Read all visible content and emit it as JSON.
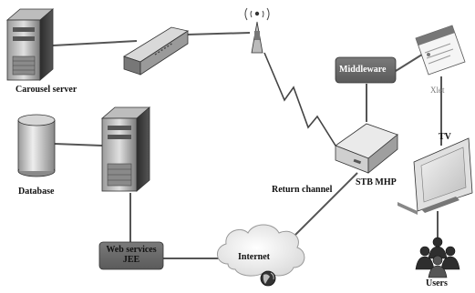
{
  "diagram": {
    "nodes": {
      "carousel_server": {
        "label": "Carousel server"
      },
      "database": {
        "label": "Database"
      },
      "middleware": {
        "label": "Middleware"
      },
      "xlet": {
        "label": "Xlet"
      },
      "tv": {
        "label": "TV"
      },
      "stb": {
        "label": "STB MHP"
      },
      "return_channel": {
        "label": "Return channel"
      },
      "web_services": {
        "label_line1": "Web services",
        "label_line2": "JEE"
      },
      "internet": {
        "label": "Internet"
      },
      "users": {
        "label": "Users"
      }
    },
    "icons": [
      "server-icon",
      "transmitter-icon",
      "antenna-icon",
      "database-icon",
      "server-icon",
      "set-top-box-icon",
      "document-icon",
      "tv-icon",
      "cloud-icon",
      "globe-icon",
      "users-icon",
      "lightning-bolt-icon"
    ],
    "colors": {
      "line": "#555555",
      "box_fill": "#6a6a6a",
      "cloud_fill": "#eeeeee",
      "server_dark": "#3a3a3a",
      "server_light": "#cfcfcf"
    }
  }
}
